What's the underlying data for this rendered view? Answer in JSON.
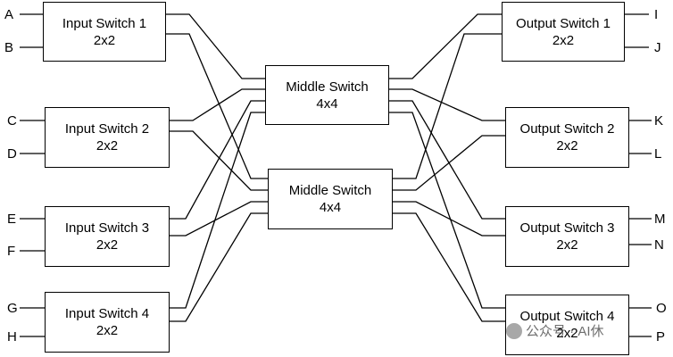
{
  "input_switches": [
    {
      "name": "Input Switch 1",
      "size": "2x2",
      "ports": [
        "A",
        "B"
      ]
    },
    {
      "name": "Input Switch 2",
      "size": "2x2",
      "ports": [
        "C",
        "D"
      ]
    },
    {
      "name": "Input Switch 3",
      "size": "2x2",
      "ports": [
        "E",
        "F"
      ]
    },
    {
      "name": "Input Switch 4",
      "size": "2x2",
      "ports": [
        "G",
        "H"
      ]
    }
  ],
  "middle_switches": [
    {
      "name": "Middle Switch",
      "size": "4x4"
    },
    {
      "name": "Middle Switch",
      "size": "4x4"
    }
  ],
  "output_switches": [
    {
      "name": "Output Switch 1",
      "size": "2x2",
      "ports": [
        "I",
        "J"
      ]
    },
    {
      "name": "Output Switch 2",
      "size": "2x2",
      "ports": [
        "K",
        "L"
      ]
    },
    {
      "name": "Output Switch 3",
      "size": "2x2",
      "ports": [
        "M",
        "N"
      ]
    },
    {
      "name": "Output Switch 4",
      "size": "2x2",
      "ports": [
        "O",
        "P"
      ]
    }
  ],
  "watermark": {
    "text": "公众号 · AI休"
  }
}
